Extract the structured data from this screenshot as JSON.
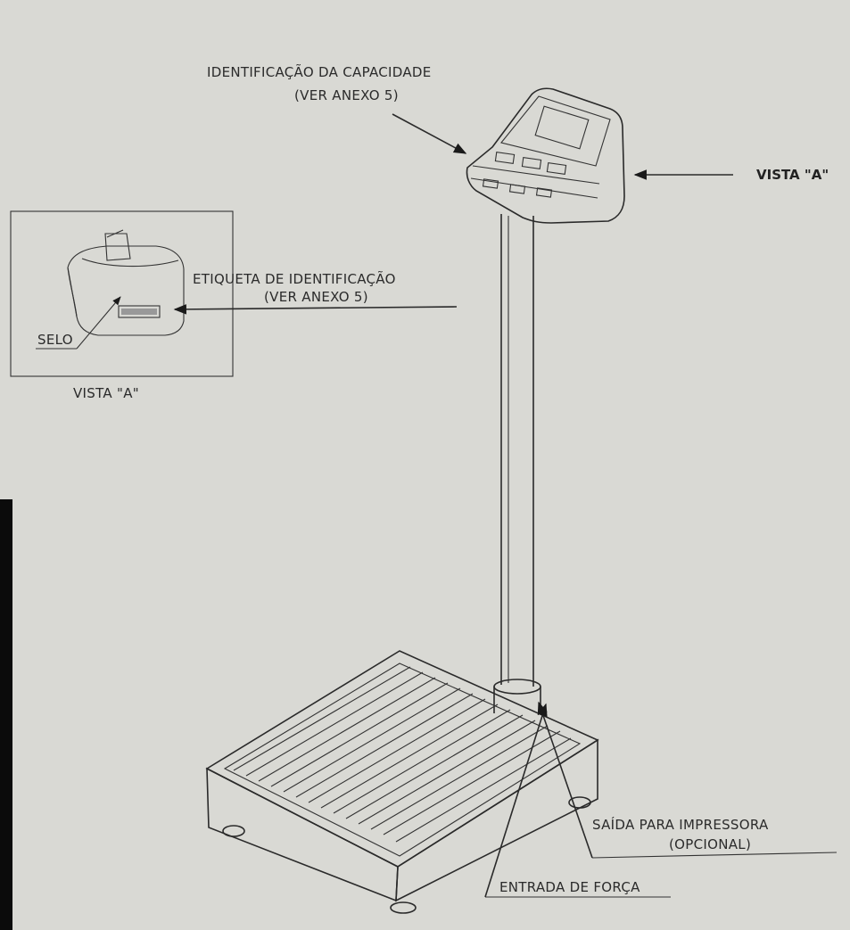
{
  "labels": {
    "capacity_id": "IDENTIFICAÇÃO DA CAPACIDADE",
    "capacity_ref": "(VER ANEXO 5)",
    "view_a_pointer": "VISTA \"A\"",
    "id_label": "ETIQUETA DE IDENTIFICAÇÃO",
    "id_label_ref": "(VER ANEXO 5)",
    "seal": "SELO",
    "view_a_caption": "VISTA \"A\"",
    "printer_out": "SAÍDA PARA IMPRESSORA",
    "printer_opt": "(OPCIONAL)",
    "power_in": "ENTRADA DE FORÇA"
  },
  "colors": {
    "paper": "#d9d9d4",
    "ink": "#2a2a2a",
    "black_edge": "#0b0b0b"
  }
}
